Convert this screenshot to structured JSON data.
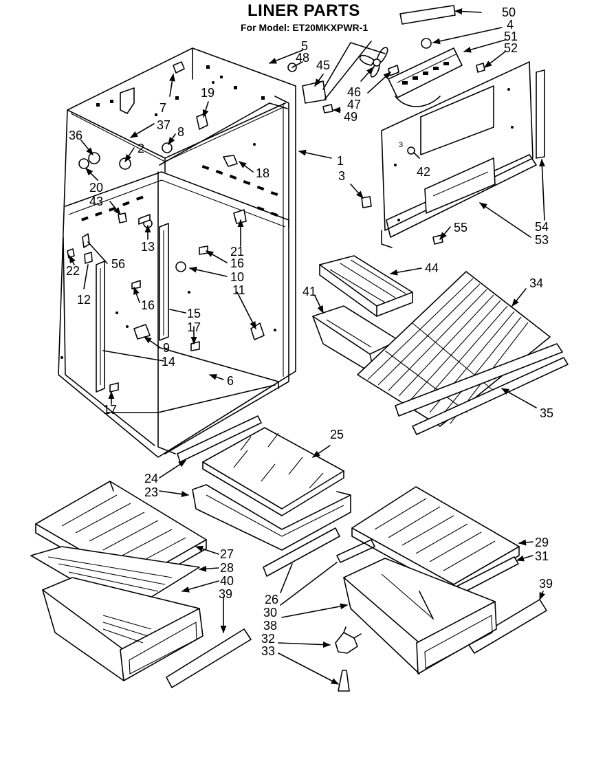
{
  "header": {
    "title": "LINER PARTS",
    "model_line": "For Model: ET20MKXPWR-1"
  },
  "callouts": {
    "c1": "1",
    "c2": "2",
    "c3": "3",
    "c3b": "3",
    "c4": "4",
    "c5": "5",
    "c6": "6",
    "c7": "7",
    "c8": "8",
    "c9": "9",
    "c10": "10",
    "c11": "11",
    "c12": "12",
    "c13": "13",
    "c14": "14",
    "c15": "15",
    "c16": "16",
    "c16b": "16",
    "c17": "17",
    "c17b": "17",
    "c18": "18",
    "c19": "19",
    "c20": "20",
    "c21": "21",
    "c22": "22",
    "c23": "23",
    "c24": "24",
    "c25": "25",
    "c26": "26",
    "c27": "27",
    "c28": "28",
    "c29": "29",
    "c30": "30",
    "c31": "31",
    "c32": "32",
    "c33": "33",
    "c34": "34",
    "c35": "35",
    "c36": "36",
    "c37": "37",
    "c38": "38",
    "c39": "39",
    "c39b": "39",
    "c40": "40",
    "c41": "41",
    "c42": "42",
    "c43": "43",
    "c44": "44",
    "c45": "45",
    "c46": "46",
    "c47": "47",
    "c48": "48",
    "c49": "49",
    "c50": "50",
    "c51": "51",
    "c52": "52",
    "c53": "53",
    "c54": "54",
    "c55": "55",
    "c56": "56"
  }
}
